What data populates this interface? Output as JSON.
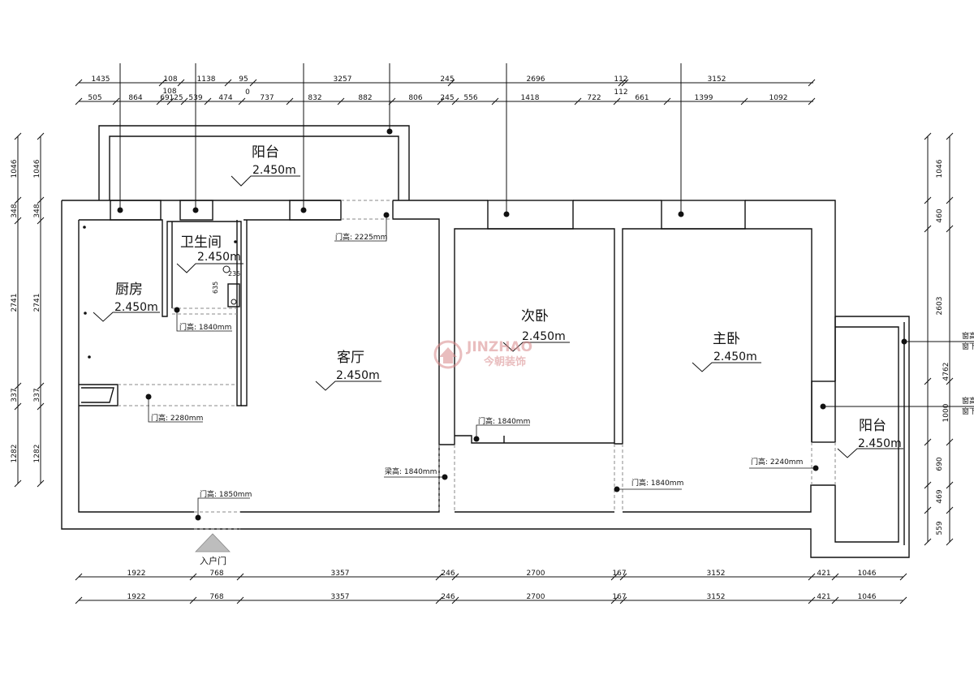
{
  "rooms": {
    "balcony_north": "阳台",
    "kitchen": "厨房",
    "bathroom": "卫生间",
    "living": "客厅",
    "second_bedroom": "次卧",
    "master_bedroom": "主卧",
    "balcony_east": "阳台",
    "entry": "入户门"
  },
  "levels": {
    "balcony_north": "2.450m",
    "kitchen": "2.450m",
    "bathroom": "2.450m",
    "living": "2.450m",
    "second_bedroom": "2.450m",
    "master_bedroom": "2.450m",
    "balcony_east": "2.450m"
  },
  "notes": {
    "balcony_door": "门高: 2225mm",
    "bath_door": "门高: 1840mm",
    "kitchen_door": "门高: 2280mm",
    "entry_door": "门高: 1850mm",
    "beam": "梁高: 1840mm",
    "second_door": "门高: 1840mm",
    "master_door": "门高: 1840mm",
    "east_balcony_door": "门高: 2240mm",
    "bath_635": "635",
    "bath_235": "235",
    "window_1": "窗高",
    "window_1b": "窗下",
    "window_2": "窗高",
    "window_2b": "窗下"
  },
  "dims_top_1": [
    "1435",
    "108",
    "1138",
    "95",
    "3257",
    "245",
    "2696",
    "112",
    "3152"
  ],
  "dims_top_2": [
    "505",
    "864",
    "69",
    "125",
    "539",
    "474",
    "737",
    "832",
    "882",
    "806",
    "245",
    "556",
    "1418",
    "722",
    "661",
    "1399",
    "1092"
  ],
  "dims_top_extra": [
    "108",
    "0",
    "112"
  ],
  "dims_bottom_1": [
    "1922",
    "768",
    "3357",
    "246",
    "2700",
    "167",
    "3152",
    "421",
    "1046"
  ],
  "dims_bottom_2": [
    "1922",
    "768",
    "3357",
    "246",
    "2700",
    "167",
    "3152",
    "421",
    "1046"
  ],
  "dims_left": [
    "1046",
    "348",
    "2741",
    "337",
    "1282"
  ],
  "dims_right": [
    "1046",
    "460",
    "2603",
    "4762",
    "1000",
    "690",
    "469",
    "559"
  ],
  "watermark": {
    "latin": "JINZHAO",
    "chinese": "今朝装饰",
    "color": "#d8888a"
  }
}
